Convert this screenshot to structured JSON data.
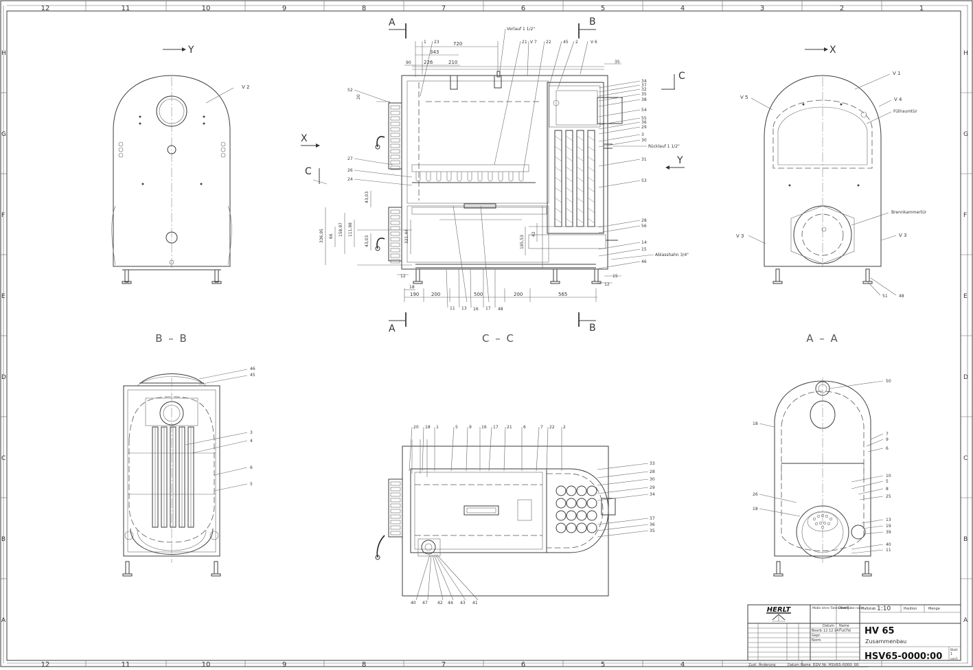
{
  "frame": {
    "columns": [
      "12",
      "11",
      "10",
      "9",
      "8",
      "7",
      "6",
      "5",
      "4",
      "3",
      "2",
      "1"
    ],
    "rows": [
      "H",
      "G",
      "F",
      "E",
      "D",
      "C",
      "B",
      "A"
    ]
  },
  "views": {
    "top_left": {
      "arrow_label": "Y",
      "callouts": [
        "V 2"
      ]
    },
    "top_right": {
      "arrow_label": "X",
      "callouts": [
        "V 1",
        "V 5",
        "V 4",
        "Füllraumtür",
        "Brennkammertür",
        "V 3",
        "V 3",
        "51",
        "48"
      ]
    },
    "center": {
      "section_a": "A",
      "section_b": "B",
      "section_c": "C",
      "marker_x": "X",
      "marker_y": "Y",
      "top_callouts": [
        "1",
        "23",
        "21",
        "V 7",
        "22",
        "45",
        "2",
        "V 6"
      ],
      "vorlauf": "Vorlauf 1 1/2\"",
      "ruecklauf": "Rücklauf 1 1/2\"",
      "ablasshahn": "Ablasshahn 3/4\"",
      "right_callouts": [
        "34",
        "37",
        "32",
        "35",
        "38",
        "54",
        "55",
        "36",
        "29",
        "3",
        "30",
        "31",
        "53",
        "28",
        "56",
        "14",
        "15",
        "46"
      ],
      "left_callouts": [
        "52",
        "27",
        "26",
        "24"
      ],
      "bottom_callouts": [
        "11",
        "13",
        "16",
        "17",
        "48"
      ],
      "dims_top": [
        "720",
        "343",
        "90",
        "226",
        "210",
        "35",
        "20"
      ],
      "dims_bottom": [
        "190",
        "200",
        "500",
        "200",
        "565",
        "18",
        "12",
        "15",
        "12"
      ],
      "dims_left": [
        "43,03",
        "336,95",
        "66",
        "158,97",
        "111,98",
        "43,03",
        "321,44",
        "185,53",
        "42"
      ]
    },
    "labels": {
      "bb": "B – B",
      "cc": "C – C",
      "aa": "A – A"
    },
    "bottom_left": {
      "callouts": [
        "46",
        "45",
        "3",
        "4",
        "6",
        "5"
      ]
    },
    "bottom_center": {
      "top_callouts": [
        "20",
        "18",
        "1",
        "5",
        "9",
        "16",
        "17",
        "21",
        "6",
        "7",
        "22",
        "2"
      ],
      "right_callouts": [
        "33",
        "28",
        "30",
        "29",
        "34",
        "37",
        "36",
        "35"
      ],
      "bottom_callouts": [
        "40",
        "47",
        "42",
        "44",
        "43",
        "41"
      ]
    },
    "bottom_right": {
      "callouts": [
        "50",
        "18",
        "7",
        "9",
        "6",
        "10",
        "5",
        "8",
        "25",
        "26",
        "18",
        "13",
        "19",
        "39",
        "40",
        "11"
      ]
    }
  },
  "title_block": {
    "logo": "HERLT",
    "tolerance": "Maße ohne Toleranzangabe nach",
    "surface": "Oberfl.",
    "scale_label": "Maßstab",
    "scale": "1:10",
    "position_label": "Position",
    "quantity_label": "Menge",
    "datum_label": "Datum",
    "name_label": "Name",
    "bearb": "Bearb.",
    "bearb_date": "12.12.14",
    "bearb_name": "Fuchs",
    "gepr": "Gepr.",
    "norm": "Norm",
    "title": "HV 65",
    "subtitle": "Zusammenbau",
    "drawing_number": "HSV65-0000:00",
    "sheet_label": "Blatt",
    "sheet_number": "1",
    "sheet_total": "von1",
    "zust": "Zust.",
    "aenderung": "Änderung",
    "datum_foot": "Datum",
    "name_foot": "Name",
    "edv": "EDV Nr. HSV65-0000_00"
  }
}
